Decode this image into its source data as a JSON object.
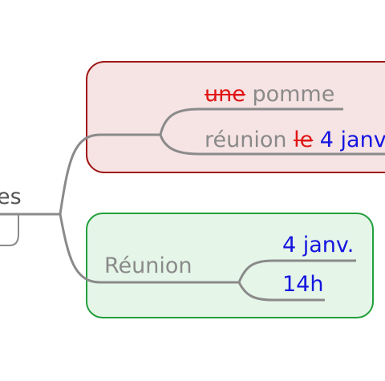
{
  "root": {
    "label_fragment": "es"
  },
  "branch_top": {
    "item1": {
      "struck": "une",
      "text": "pomme"
    },
    "item2": {
      "text": "réunion",
      "struck": "le",
      "added": "4 janv"
    }
  },
  "branch_bottom": {
    "label": "Réunion",
    "children": [
      "4 janv.",
      "14h"
    ]
  },
  "colors": {
    "connector": "#8a8a8a",
    "top_box_border": "#a01414",
    "top_box_fill": "#f6e3e3",
    "bottom_box_border": "#23a03c",
    "bottom_box_fill": "#e5f5e8",
    "struck_text": "#e01515",
    "added_text": "#1515e0"
  }
}
